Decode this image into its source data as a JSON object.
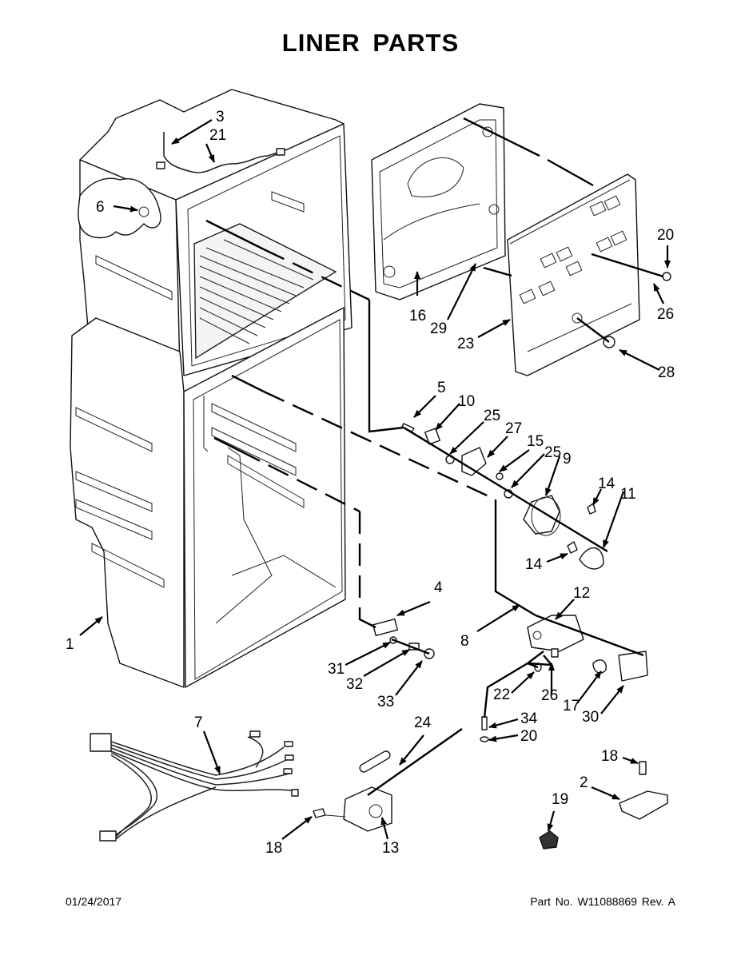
{
  "title": "LINER PARTS",
  "footer": {
    "date": "01/24/2017",
    "part_number": "Part No. W11088869  Rev. A"
  },
  "callouts": [
    {
      "label": "1",
      "part": "liner-assembly"
    },
    {
      "label": "2",
      "part": "control-board"
    },
    {
      "label": "3",
      "part": "wire-connector"
    },
    {
      "label": "4",
      "part": "light-socket-bracket"
    },
    {
      "label": "5",
      "part": "screw"
    },
    {
      "label": "6",
      "part": "grommet"
    },
    {
      "label": "7",
      "part": "wire-harness"
    },
    {
      "label": "8",
      "part": "screw"
    },
    {
      "label": "9",
      "part": "evaporator-fan-motor"
    },
    {
      "label": "10",
      "part": "bracket-clip"
    },
    {
      "label": "11",
      "part": "fan-blade"
    },
    {
      "label": "12",
      "part": "light-housing"
    },
    {
      "label": "13",
      "part": "thermostat-control"
    },
    {
      "label": "14",
      "part": "screw"
    },
    {
      "label": "14",
      "part": "screw"
    },
    {
      "label": "15",
      "part": "plug"
    },
    {
      "label": "16",
      "part": "evaporator-cover"
    },
    {
      "label": "17",
      "part": "light-bulb"
    },
    {
      "label": "18",
      "part": "screw"
    },
    {
      "label": "18",
      "part": "screw"
    },
    {
      "label": "19",
      "part": "switch"
    },
    {
      "label": "20",
      "part": "cap"
    },
    {
      "label": "20",
      "part": "cap"
    },
    {
      "label": "21",
      "part": "wire-harness"
    },
    {
      "label": "22",
      "part": "plug"
    },
    {
      "label": "23",
      "part": "evaporator-panel"
    },
    {
      "label": "24",
      "part": "sensor-tube"
    },
    {
      "label": "25",
      "part": "grommet"
    },
    {
      "label": "25",
      "part": "grommet"
    },
    {
      "label": "26",
      "part": "nut"
    },
    {
      "label": "26",
      "part": "nut"
    },
    {
      "label": "27",
      "part": "fan-bracket"
    },
    {
      "label": "28",
      "part": "control-knob"
    },
    {
      "label": "29",
      "part": "clip"
    },
    {
      "label": "30",
      "part": "light-cover"
    },
    {
      "label": "31",
      "part": "washer"
    },
    {
      "label": "32",
      "part": "nut"
    },
    {
      "label": "33",
      "part": "knob-cap"
    },
    {
      "label": "34",
      "part": "screw"
    }
  ]
}
